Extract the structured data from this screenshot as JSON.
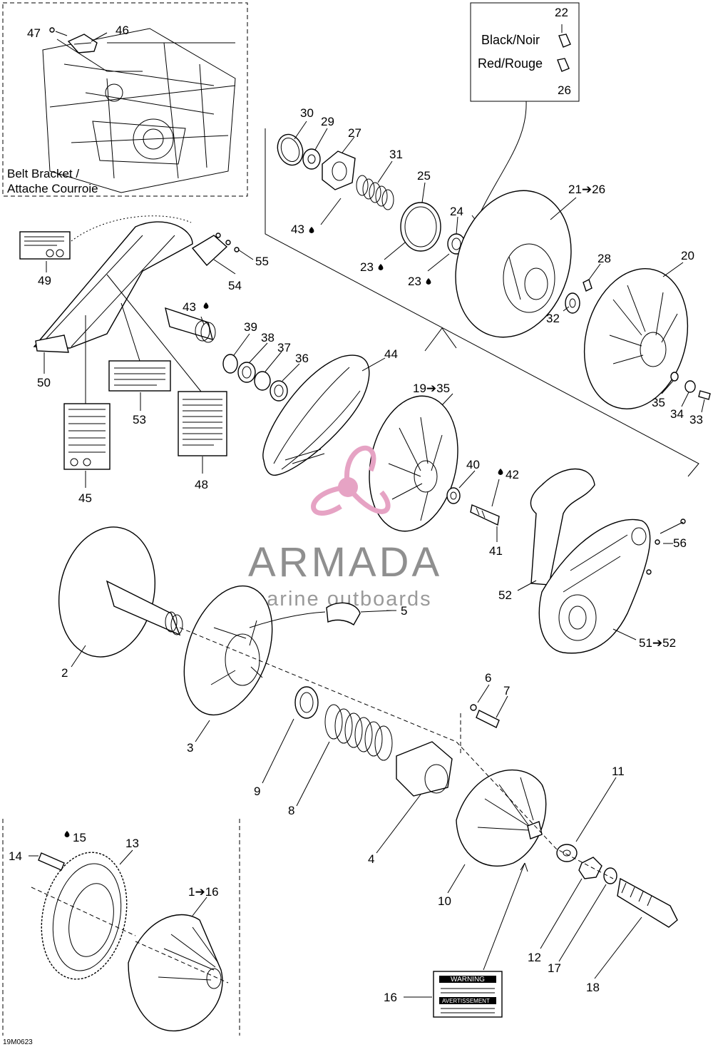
{
  "inset_top_left": {
    "callouts": [
      "47",
      "46"
    ],
    "caption_line1": "Belt Bracket /",
    "caption_line2": "Attache Courroie"
  },
  "inset_bolts": {
    "top_number": "22",
    "bottom_number": "26",
    "black_label": "Black/Noir",
    "red_label": "Red/Rouge"
  },
  "callouts": {
    "c1_16": "1➔16",
    "c2": "2",
    "c3": "3",
    "c4": "4",
    "c5": "5",
    "c6": "6",
    "c7": "7",
    "c8": "8",
    "c9": "9",
    "c10": "10",
    "c11": "11",
    "c12": "12",
    "c13": "13",
    "c14": "14",
    "c15": "15",
    "c16": "16",
    "c17": "17",
    "c18": "18",
    "c19_35": "19➔35",
    "c20": "20",
    "c21_26": "21➔26",
    "c23a": "23",
    "c23b": "23",
    "c24": "24",
    "c25": "25",
    "c27": "27",
    "c28": "28",
    "c29": "29",
    "c30": "30",
    "c31": "31",
    "c32": "32",
    "c33": "33",
    "c34": "34",
    "c35": "35",
    "c36": "36",
    "c37": "37",
    "c38": "38",
    "c39": "39",
    "c40": "40",
    "c41": "41",
    "c42": "42",
    "c43a": "43",
    "c43b": "43",
    "c44": "44",
    "c45": "45",
    "c48": "48",
    "c49": "49",
    "c50": "50",
    "c51_52": "51➔52",
    "c52": "52",
    "c53": "53",
    "c54": "54",
    "c55": "55",
    "c56": "56"
  },
  "watermark": {
    "brand": "ARMADA",
    "tagline": "marine outboards",
    "accent_color": "#e6a3c4"
  },
  "warning_label": {
    "title": "WARNING",
    "title_fr": "AVERTISSEMENT"
  },
  "drawing_code": "19M0623",
  "icons": [
    "lubricant-drop-icon",
    "arrow-right-icon",
    "brand-propeller-logo"
  ]
}
